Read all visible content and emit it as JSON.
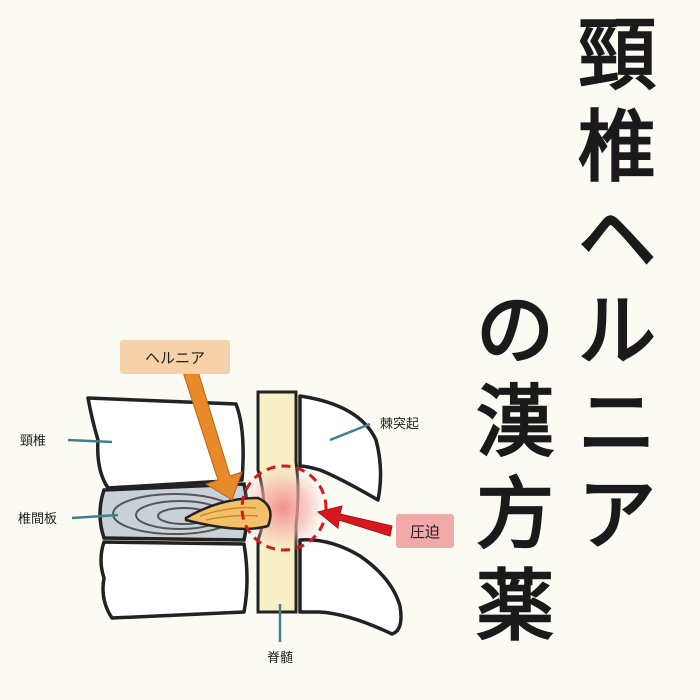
{
  "title": {
    "right_column": [
      "頸",
      "椎",
      "ヘ",
      "ル",
      "ニ",
      "ア"
    ],
    "left_column": [
      "の",
      "漢",
      "方",
      "薬"
    ]
  },
  "diagram": {
    "labels": {
      "cervical_vertebra": "頸椎",
      "intervertebral_disc": "椎間板",
      "spinous_process": "棘突起",
      "spinal_cord": "脊髄"
    },
    "callouts": {
      "hernia": "ヘルニア",
      "compression": "圧迫"
    },
    "colors": {
      "bone": "#ffffff",
      "disc": "#c9d1d8",
      "hernia_core": "#f4c16a",
      "spinal_cord": "#f7f0c4",
      "hernia_callout_bg": "#f7d2a8",
      "hernia_arrow": "#e8892a",
      "compression_callout_bg": "#f2a9a9",
      "compression_arrow": "#d7191f",
      "pointer_line": "#3f7f8f"
    }
  }
}
